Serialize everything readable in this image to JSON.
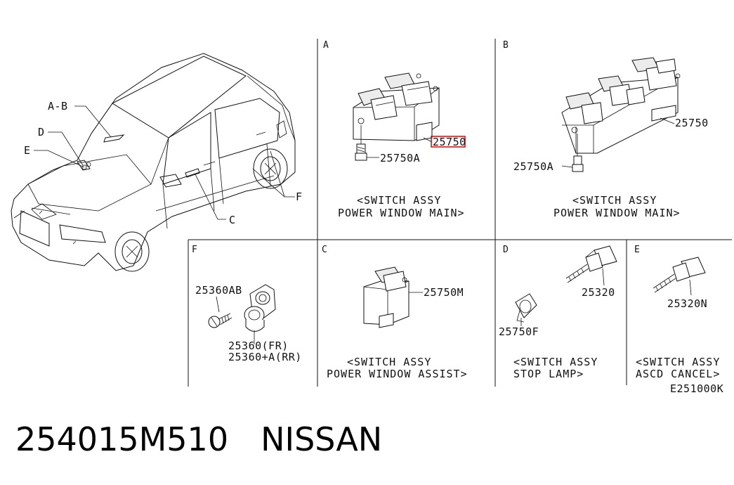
{
  "sections": {
    "A": "A",
    "B": "B",
    "C": "C",
    "D": "D",
    "E": "E",
    "F": "F"
  },
  "car": {
    "callouts": {
      "ab": "A-B",
      "d": "D",
      "e": "E",
      "c": "C",
      "f": "F"
    }
  },
  "panel_a": {
    "part_main": "25750",
    "part_bolt": "25750A",
    "caption_line1": "<SWITCH ASSY",
    "caption_line2": "POWER WINDOW MAIN>"
  },
  "panel_b": {
    "part_main": "25750",
    "part_bolt": "25750A",
    "caption_line1": "<SWITCH ASSY",
    "caption_line2": "POWER WINDOW MAIN>"
  },
  "panel_f": {
    "part_screw": "25360AB",
    "part_fr": "25360(FR)",
    "part_rr": "25360+A(RR)"
  },
  "panel_c": {
    "part": "25750M",
    "caption_line1": "<SWITCH ASSY",
    "caption_line2": "POWER WINDOW ASSIST>"
  },
  "panel_d": {
    "part_switch": "25320",
    "part_clip": "25750F",
    "caption_line1": "<SWITCH ASSY",
    "caption_line2": "STOP LAMP>"
  },
  "panel_e": {
    "part": "25320N",
    "caption_line1": "<SWITCH ASSY",
    "caption_line2": "ASCD CANCEL>"
  },
  "diagram_code": "E251000K",
  "footer": {
    "part_number": "254015M510",
    "brand": "NISSAN"
  },
  "colors": {
    "highlight": "#e00000"
  }
}
